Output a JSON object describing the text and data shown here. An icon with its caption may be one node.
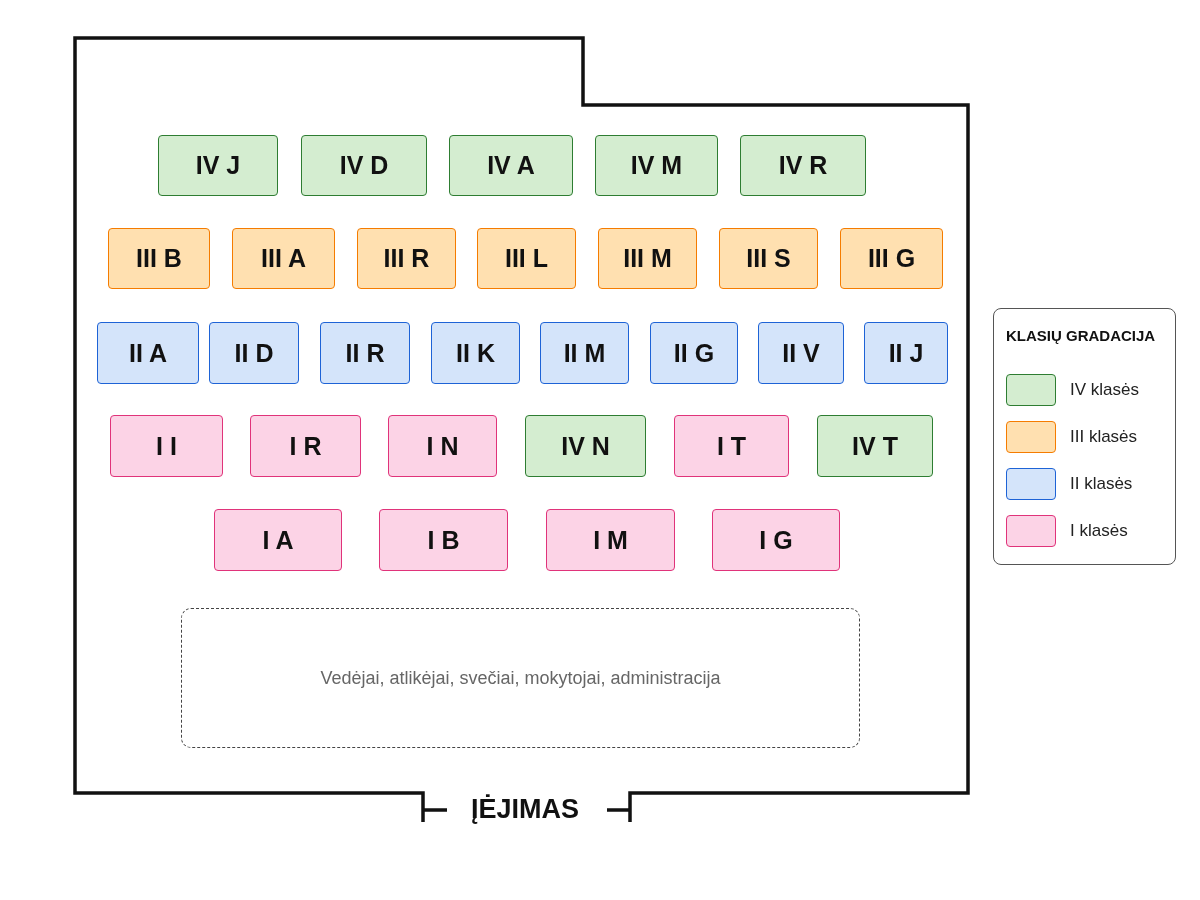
{
  "diagram": {
    "nodes": [
      {
        "text": [
          "IV J"
        ]
      },
      {
        "text": [
          "IV D"
        ]
      },
      {
        "text": [
          "IV A"
        ]
      },
      {
        "text": [
          "IV M"
        ]
      },
      {
        "text": [
          "IV R"
        ]
      },
      {
        "text": [
          "III B"
        ]
      },
      {
        "text": [
          "III A"
        ]
      },
      {
        "text": [
          "III R"
        ]
      },
      {
        "text": [
          "III L"
        ]
      },
      {
        "text": [
          "III M"
        ]
      },
      {
        "text": [
          "III S"
        ]
      },
      {
        "text": [
          "III G"
        ]
      },
      {
        "text": [
          "II A"
        ]
      },
      {
        "text": [
          "II D"
        ]
      },
      {
        "text": [
          "II R"
        ]
      },
      {
        "text": [
          "II K"
        ]
      },
      {
        "text": [
          "II M"
        ]
      },
      {
        "text": [
          "II G"
        ]
      },
      {
        "text": [
          "II V"
        ]
      },
      {
        "text": [
          "II J"
        ]
      },
      {
        "text": [
          "I I"
        ]
      },
      {
        "text": [
          "I R"
        ]
      },
      {
        "text": [
          "I N"
        ]
      },
      {
        "text": [
          "IV N"
        ]
      },
      {
        "text": [
          "I T"
        ]
      },
      {
        "text": [
          "IV T"
        ]
      },
      {
        "text": [
          "I A"
        ]
      },
      {
        "text": [
          "I B"
        ]
      },
      {
        "text": [
          "I M"
        ]
      },
      {
        "text": [
          "I G"
        ]
      },
      {
        "text": [
          "Vedėjai, atlikėjai, svečiai, mokytojai, administracija"
        ]
      }
    ],
    "edges": [],
    "labels": [
      "KLASIŲ GRADACIJA",
      "ĮĖJIMAS"
    ],
    "legend": [
      {
        "text": "IV klasės",
        "color": "#d4edd0"
      },
      {
        "text": "III klasės",
        "color": "#ffe0b0"
      },
      {
        "text": "II klasės",
        "color": "#d4e4fa"
      },
      {
        "text": "I klasės",
        "color": "#fcd3e6"
      }
    ]
  }
}
